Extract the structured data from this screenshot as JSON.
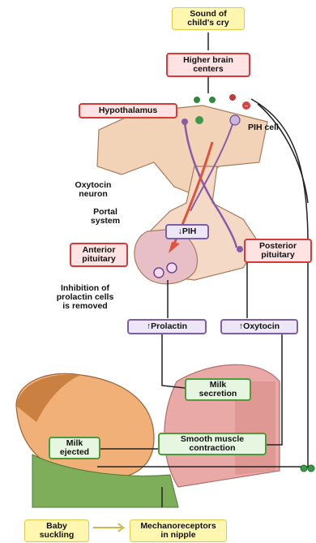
{
  "labels": {
    "sound_cry": "Sound of\nchild's cry",
    "higher_brain": "Higher brain\ncenters",
    "hypothalamus": "Hypothalamus",
    "pih_cell": "PIH cell",
    "oxytocin_neuron": "Oxytocin\nneuron",
    "portal_system": "Portal\nsystem",
    "pih": "↓PIH",
    "anterior_pituitary": "Anterior\npituitary",
    "posterior_pituitary": "Posterior\npituitary",
    "inhibition_removed": "Inhibition of\nprolactin cells\nis removed",
    "prolactin": "↑Prolactin",
    "oxytocin": "↑Oxytocin",
    "milk_secretion": "Milk\nsecretion",
    "smooth_muscle": "Smooth muscle\ncontraction",
    "milk_ejected": "Milk\nejected",
    "baby_suckling": "Baby\nsuckling",
    "mechanoreceptors": "Mechanoreceptors\nin nipple"
  },
  "colors": {
    "yellow_fill": "#fff6b0",
    "red_border": "#d63a3a",
    "purple_border": "#7d5fa8",
    "green_border": "#4f9a3a",
    "tissue": "#f2d3b8",
    "neuron_line": "#8a5aa6",
    "portal_red": "#e0533a",
    "breast": "#e9a9a6",
    "baby_skin": "#f0b078",
    "green_cloth": "#7fae5a"
  }
}
